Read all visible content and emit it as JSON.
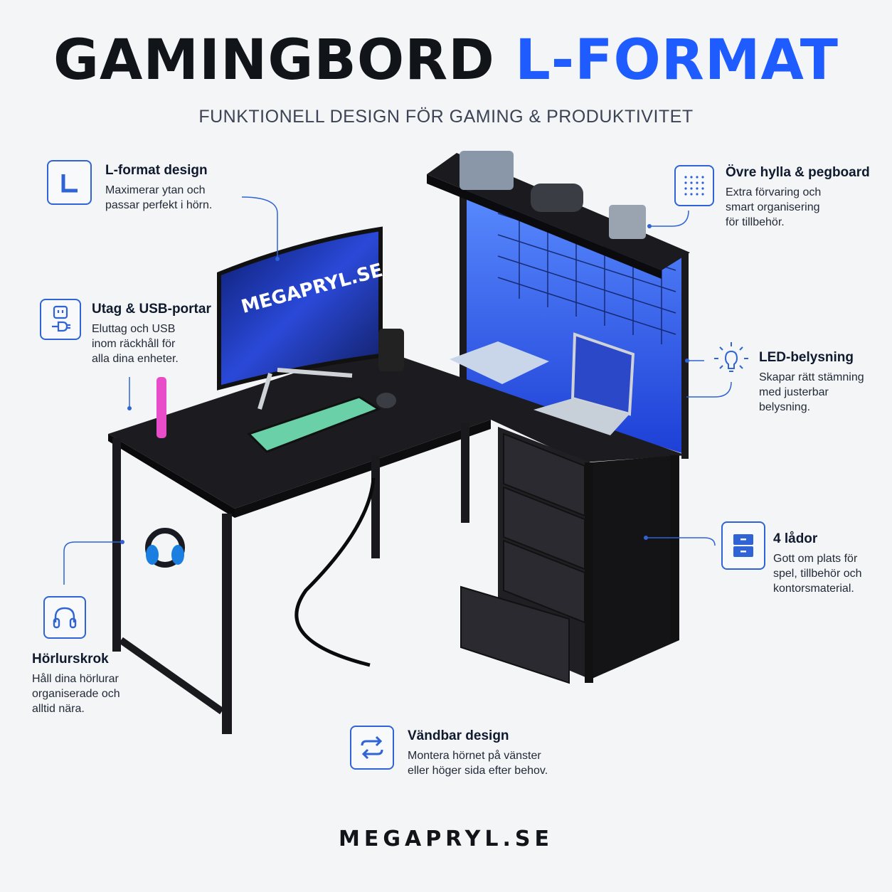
{
  "header": {
    "title_part1": "GAMINGBORD",
    "title_part2": "L-FORMAT",
    "subtitle": "FUNKTIONELL DESIGN FÖR GAMING & PRODUKTIVITET"
  },
  "colors": {
    "accent": "#1f5cff",
    "icon_border": "#2f63d6",
    "background": "#f4f5f7"
  },
  "features": [
    {
      "id": "l-format",
      "icon": "l-shape-icon",
      "title": "L-format design",
      "desc": [
        "Maximerar ytan och",
        "passar perfekt i hörn."
      ]
    },
    {
      "id": "shelf",
      "icon": "pegboard-grid-icon",
      "title": "Övre hylla & pegboard",
      "desc": [
        "Extra förvaring och",
        "smart organisering",
        "för tillbehör."
      ]
    },
    {
      "id": "outlet",
      "icon": "power-outlet-icon",
      "title": "Utag & USB-portar",
      "desc": [
        "Eluttag och USB",
        "inom räckhåll för",
        "alla dina enheter."
      ]
    },
    {
      "id": "led",
      "icon": "light-bulb-icon",
      "title": "LED-belysning",
      "desc": [
        "Skapar rätt stämning",
        "med justerbar",
        "belysning."
      ]
    },
    {
      "id": "drawers",
      "icon": "drawers-icon",
      "title": "4 lådor",
      "desc": [
        "Gott om plats för",
        "spel, tillbehör och",
        "kontorsmaterial."
      ]
    },
    {
      "id": "headphone",
      "icon": "headphones-icon",
      "title": "Hörlurskrok",
      "desc": [
        "Håll dina hörlurar",
        "organiserade och",
        "alltid nära."
      ]
    },
    {
      "id": "reversible",
      "icon": "swap-arrows-icon",
      "title": "Vändbar design",
      "desc": [
        "Montera hörnet på vänster",
        "eller höger sida efter behov."
      ]
    }
  ],
  "product": {
    "monitor_text": "MEGAPRYL.SE"
  },
  "footer": {
    "brand": "MEGAPRYL.SE"
  }
}
